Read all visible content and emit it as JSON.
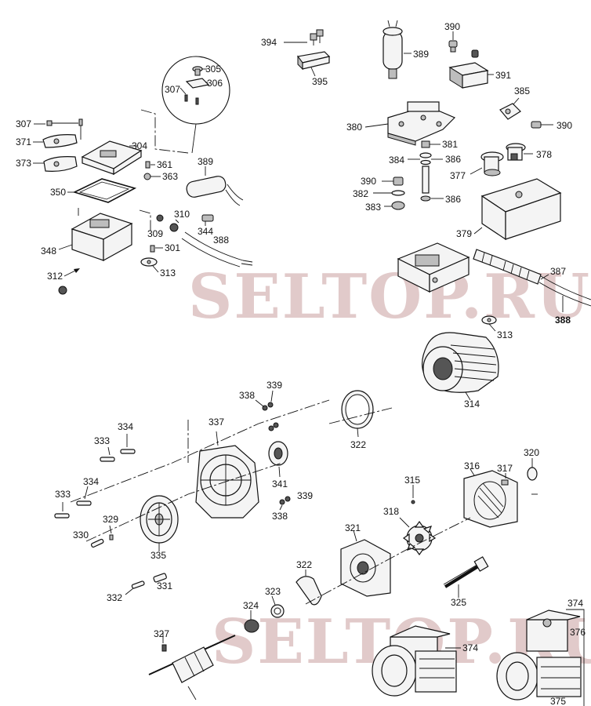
{
  "diagram": {
    "watermarks": [
      "SELTOP.RU",
      "SELTOP.RU"
    ],
    "callouts": {
      "c394": "394",
      "c395": "395",
      "c389a": "389",
      "c390a": "390",
      "c391": "391",
      "c305": "305",
      "c306": "306",
      "c307a": "307",
      "c307b": "307",
      "c371": "371",
      "c304": "304",
      "c373": "373",
      "c361": "361",
      "c363": "363",
      "c389b": "389",
      "c350": "350",
      "c310": "310",
      "c309": "309",
      "c344": "344",
      "c388a": "388",
      "c348": "348",
      "c301": "301",
      "c313a": "313",
      "c312": "312",
      "c385": "385",
      "c380": "380",
      "c390b": "390",
      "c381": "381",
      "c384": "384",
      "c386a": "386",
      "c378": "378",
      "c377": "377",
      "c390c": "390",
      "c382": "382",
      "c383": "383",
      "c386b": "386",
      "c379": "379",
      "c387": "387",
      "c388b": "388",
      "c313b": "313",
      "c314": "314",
      "c338a": "338",
      "c339a": "339",
      "c334a": "334",
      "c333a": "333",
      "c337": "337",
      "c322a": "322",
      "c334b": "334",
      "c333b": "333",
      "c341": "341",
      "c339b": "339",
      "c338b": "338",
      "c329": "329",
      "c330": "330",
      "c335": "335",
      "c315": "315",
      "c316": "316",
      "c317": "317",
      "c320": "320",
      "c318": "318",
      "c321": "321",
      "c322b": "322",
      "c323": "323",
      "c331": "331",
      "c332": "332",
      "c325": "325",
      "c324": "324",
      "c327": "327",
      "c374a": "374",
      "c374b": "374",
      "c376": "376",
      "c375": "375"
    }
  }
}
